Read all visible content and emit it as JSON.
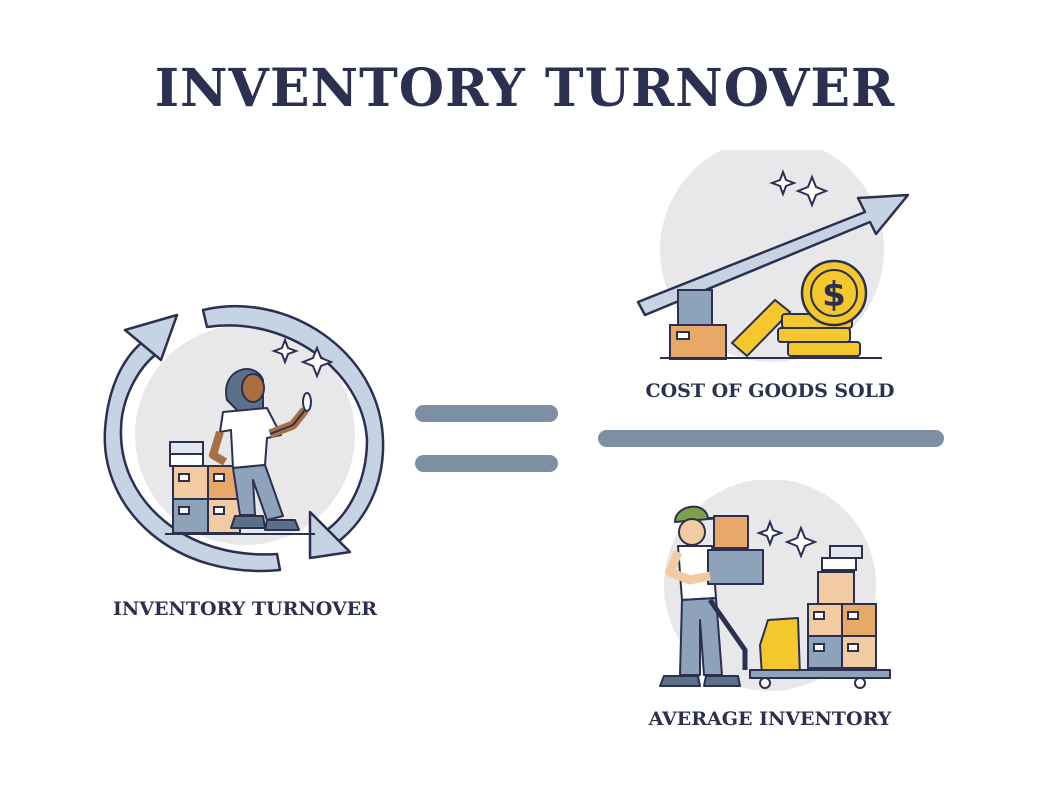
{
  "title": "INVENTORY TURNOVER",
  "left": {
    "label": "INVENTORY TURNOVER"
  },
  "numerator": {
    "label": "COST OF GOODS SOLD",
    "coin_symbol": "$"
  },
  "denominator": {
    "label": "AVERAGE INVENTORY"
  },
  "colors": {
    "ink": "#2b3050",
    "bar": "#7d8fa3",
    "arrow": "#c5d3e3",
    "circle": "#e8e8ea",
    "box_orange": "#e8a867",
    "box_tan": "#f3cba3",
    "box_blue": "#8ea3ba",
    "gold": "#f4c82c"
  }
}
